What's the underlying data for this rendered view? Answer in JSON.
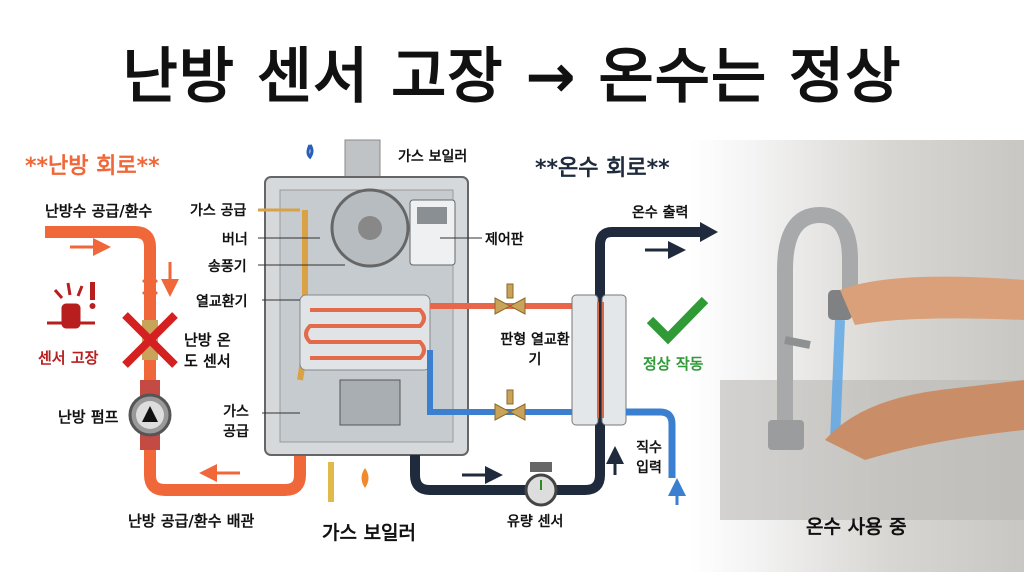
{
  "title": "난방 센서 고장 → 온수는 정상",
  "heating_circuit": {
    "heading": "**난방 회로**",
    "supply_return_label": "난방수 공급/환수",
    "sensor_fault_label": "센서 고장",
    "temp_sensor_label": "난방 온도 센서",
    "pump_label": "난방 펌프",
    "piping_label": "난방 공급/환수 배관"
  },
  "boiler": {
    "top_label": "가스 보일러",
    "bottom_label": "가스 보일러",
    "gas_supply_label": "가스 공급",
    "burner_label": "버너",
    "blower_label": "송풍기",
    "heat_exchanger_label": "열교환기",
    "gas_supply_lower_label": "가스 공급",
    "control_panel_label": "제어판",
    "plate_exchanger_label": "판형 열교환기"
  },
  "hot_water_circuit": {
    "heading": "**온수 회로**",
    "hot_water_out_label": "온수 출력",
    "normal_label": "정상 작동",
    "cold_water_in_label": "직수 입력",
    "flow_sensor_label": "유량 센서",
    "in_use_label": "온수 사용 중"
  },
  "colors": {
    "heating": "#f0673a",
    "hot_water": "#1f2b3c",
    "cold": "#3a7fd0",
    "fault": "#d42020",
    "ok": "#2f9a36"
  }
}
